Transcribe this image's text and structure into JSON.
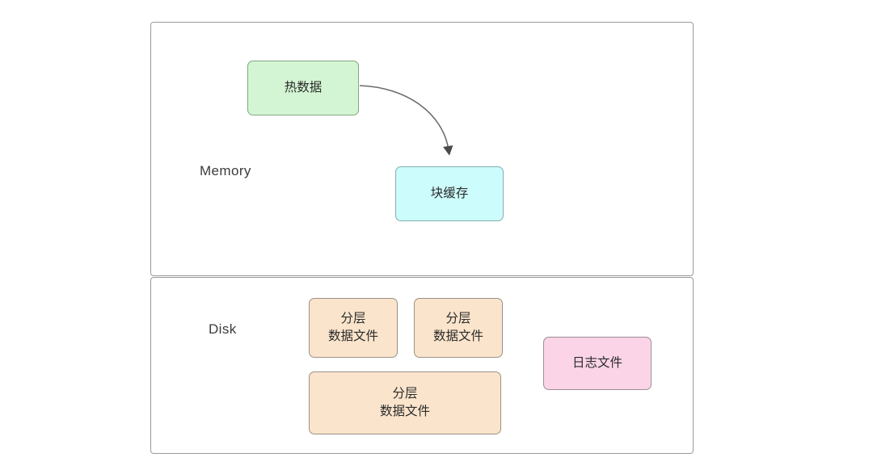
{
  "diagram": {
    "title": "",
    "sections": [
      {
        "id": "memory",
        "label": "Memory"
      },
      {
        "id": "disk",
        "label": "Disk"
      }
    ],
    "nodes": {
      "hot_data": {
        "label": "热数据",
        "section": "memory",
        "fill": "#d4f5d4",
        "stroke": "#82a882"
      },
      "block_cache": {
        "label": "块缓存",
        "section": "memory",
        "fill": "#ccfcfb",
        "stroke": "#85aeae"
      },
      "tiered_1": {
        "label": "分层\n数据文件",
        "section": "disk",
        "fill": "#fae4cb",
        "stroke": "#9b9287"
      },
      "tiered_2": {
        "label": "分层\n数据文件",
        "section": "disk",
        "fill": "#fae4cb",
        "stroke": "#9b9287"
      },
      "tiered_3": {
        "label": "分层\n数据文件",
        "section": "disk",
        "fill": "#fae4cb",
        "stroke": "#9b9287"
      },
      "log_file": {
        "label": "日志文件",
        "section": "disk",
        "fill": "#fbd4e7",
        "stroke": "#9b8f95"
      }
    },
    "edges": [
      {
        "from": "hot_data",
        "to": "block_cache",
        "label": "",
        "style": "curved-arrow",
        "color": "#5a5a5a"
      }
    ],
    "colors": {
      "container_border": "#9a9a9a",
      "background": "#ffffff",
      "text": "#2b2b2b",
      "label_text": "#3c3c3c"
    }
  }
}
